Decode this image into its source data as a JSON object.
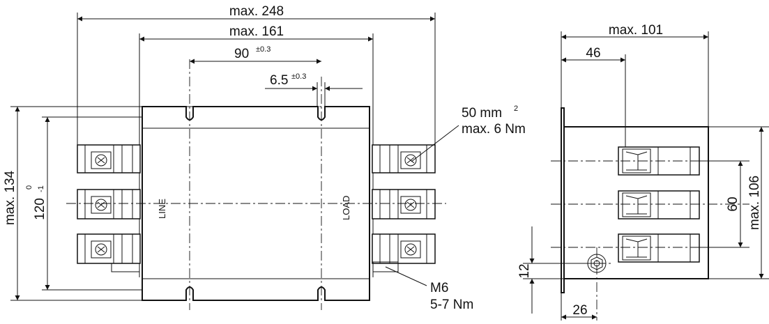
{
  "front_view": {
    "dim_overall_width": "max. 248",
    "dim_body_width": "max. 161",
    "dim_slot_pitch_value": "90",
    "dim_slot_pitch_tol": "±0.3",
    "dim_slot_width_value": "6.5",
    "dim_slot_width_tol": "±0.3",
    "dim_overall_height": "max. 134",
    "dim_mount_height_value": "120",
    "dim_mount_height_tol_upper": "0",
    "dim_mount_height_tol_lower": "-1",
    "label_line": "LINE",
    "label_load": "LOAD"
  },
  "callouts": {
    "terminal_size": "50 mm",
    "terminal_size_exp": "2",
    "terminal_torque": "max. 6 Nm",
    "ground_stud": "M6",
    "ground_torque": "5-7 Nm"
  },
  "side_view": {
    "dim_depth": "max. 101",
    "dim_terminal_offset": "46",
    "dim_terminal_spacing": "60",
    "dim_height": "max. 106",
    "dim_stud_height": "12",
    "dim_stud_offset": "26"
  }
}
